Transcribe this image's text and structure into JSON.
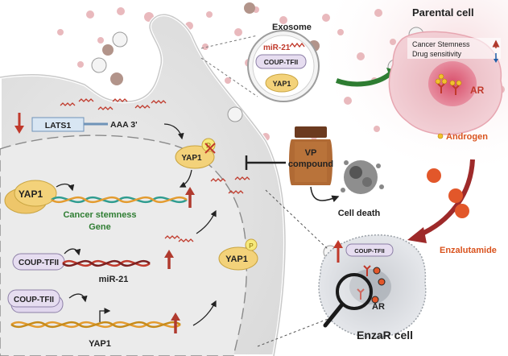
{
  "exosome": {
    "title": "Exosome",
    "mirna": "miR-21",
    "protein1": "COUP-TFII",
    "protein2": "YAP1"
  },
  "parental": {
    "title": "Parental cell",
    "stemness": "Cancer Stemness",
    "drug": "Drug sensitivity",
    "receptor": "AR",
    "androgen": "Androgen"
  },
  "treatment": {
    "vp_line1": "VP",
    "vp_line2": "compound",
    "cell_death": "Cell death",
    "drug": "Enzalutamide"
  },
  "cell": {
    "lats1": "LATS1",
    "polya": "AAA 3'",
    "yap1_p_cyto": "YAP1",
    "phospho": "P",
    "yap1_nuc": "YAP1",
    "gene_line1": "Cancer stemness",
    "gene_line2": "Gene",
    "couptf_nuc": "COUP-TFII",
    "mir21": "miR-21",
    "couptf_promoter": "COUP-TFII",
    "yap1_gene": "YAP1",
    "yap1_p_free": "YAP1",
    "phospho2": "P"
  },
  "enzar": {
    "title": "EnzaR cell",
    "couptf": "COUP-TFII",
    "receptor": "AR"
  },
  "colors": {
    "mirna": "#c0392b",
    "up_arrow": "#c0392b",
    "green_arrow": "#2e7d32",
    "yap1": "#f3d27a",
    "couptf": "#e6ddf0",
    "enzalutamide": "#d9531e"
  }
}
